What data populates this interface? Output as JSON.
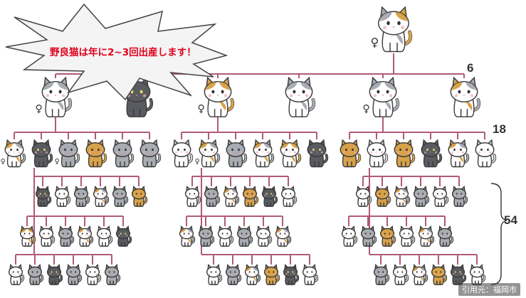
{
  "callout": {
    "text": "野良猫は年に2~3回出産します！"
  },
  "counts": {
    "gen1": "6",
    "gen2": "18",
    "gen3": "54"
  },
  "credit": "引用元：福岡市",
  "female_symbol": "♀",
  "colors": {
    "line": "#b25a74",
    "outline": "#3a3a3a",
    "white": "#ffffff",
    "gray": "#a9adb3",
    "dark": "#595b60",
    "orange": "#d9a24a",
    "blush": "#f2a8a8"
  },
  "tree": {
    "mother": {
      "coat": "calico_gray",
      "female": true
    },
    "gen1": [
      {
        "coat": "bicolor_gray",
        "female": true
      },
      {
        "coat": "dark",
        "female": false
      },
      {
        "coat": "orange_white",
        "female": true
      },
      {
        "coat": "bicolor_gray",
        "female": false
      },
      {
        "coat": "bicolor_gray",
        "female": true
      },
      {
        "coat": "calico_orange",
        "female": false
      }
    ],
    "gen2_groups": [
      [
        {
          "coat": "calico_orange",
          "female": true
        },
        {
          "coat": "dark",
          "female": false
        },
        {
          "coat": "gray",
          "female": true
        },
        {
          "coat": "orange",
          "female": false
        },
        {
          "coat": "gray",
          "female": false
        },
        {
          "coat": "gray",
          "female": false
        }
      ],
      [
        {
          "coat": "white",
          "female": false
        },
        {
          "coat": "calico_orange",
          "female": true
        },
        {
          "coat": "gray",
          "female": false
        },
        {
          "coat": "calico_orange",
          "female": false
        },
        {
          "coat": "orange_white",
          "female": false
        },
        {
          "coat": "dark",
          "female": false
        }
      ],
      [
        {
          "coat": "orange",
          "female": false
        },
        {
          "coat": "white",
          "female": false
        },
        {
          "coat": "orange",
          "female": false
        },
        {
          "coat": "dark",
          "female": false
        },
        {
          "coat": "calico_orange",
          "female": false
        },
        {
          "coat": "white",
          "female": false
        }
      ]
    ],
    "gen3_groups": [
      [
        "dark",
        "white",
        "gray",
        "calico_orange",
        "gray",
        "orange"
      ],
      [
        "orange_white",
        "white",
        "gray",
        "calico_orange",
        "white",
        "dark"
      ],
      [
        "white",
        "gray",
        "dark",
        "gray",
        "white",
        "gray"
      ],
      [
        "white",
        "gray",
        "calico_orange",
        "orange",
        "dark",
        "white"
      ],
      [
        "calico_orange",
        "gray",
        "white",
        "gray",
        "white",
        "calico_orange"
      ],
      [
        "white",
        "gray",
        "calico_orange",
        "orange",
        "dark",
        "white"
      ],
      [
        "white",
        "orange",
        "calico_orange",
        "gray",
        "white",
        "gray"
      ],
      [
        "white",
        "gray",
        "orange",
        "white",
        "calico_orange",
        "gray"
      ],
      [
        "gray",
        "white",
        "calico_orange",
        "orange",
        "dark",
        "white"
      ]
    ]
  }
}
